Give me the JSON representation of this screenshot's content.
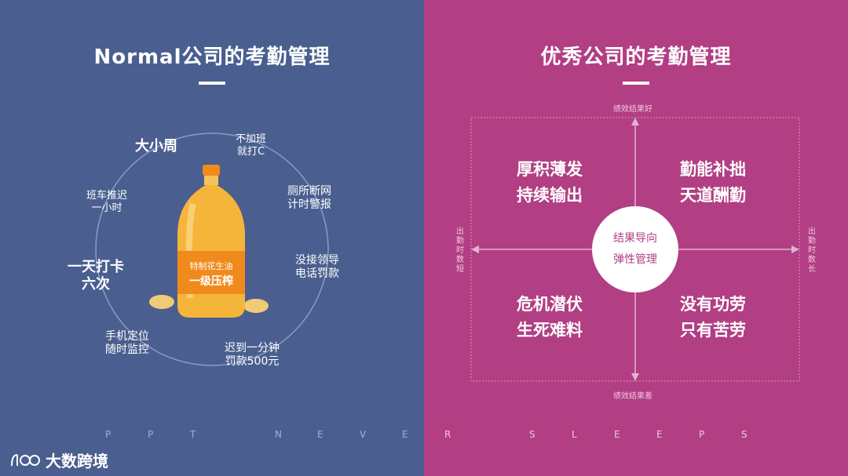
{
  "left": {
    "title": "Normal公司的考勤管理",
    "bottle_label_top": "特制花生油",
    "bottle_label_main": "一级压榨",
    "items": [
      "大小周",
      "不加班\n就打C",
      "班车推迟\n一小时",
      "厕所断网\n计时警报",
      "一天打卡\n六次",
      "没接领导\n电话罚款",
      "手机定位\n随时监控",
      "迟到一分钟\n罚款500元"
    ]
  },
  "right": {
    "title": "优秀公司的考勤管理",
    "axis_top": "绩效结果好",
    "axis_bottom": "绩效结果差",
    "axis_left": "出勤时数短",
    "axis_right": "出勤时数长",
    "center_line1": "结果导向",
    "center_line2": "弹性管理",
    "quadrants": {
      "top_left": "厚积薄发\n持续输出",
      "top_right": "勤能补拙\n天道酬勤",
      "bottom_left": "危机潜伏\n生死难料",
      "bottom_right": "没有功劳\n只有苦劳"
    }
  },
  "footer": {
    "letters": [
      "P",
      "P",
      "T",
      "N",
      "E",
      "V",
      "E",
      "R",
      "S",
      "L",
      "E",
      "E",
      "P",
      "S"
    ]
  },
  "logo": {
    "text": "大数跨境"
  },
  "colors": {
    "left_bg": "#4a5f8f",
    "right_bg": "#b23e83",
    "bottle": "#f5a623"
  }
}
